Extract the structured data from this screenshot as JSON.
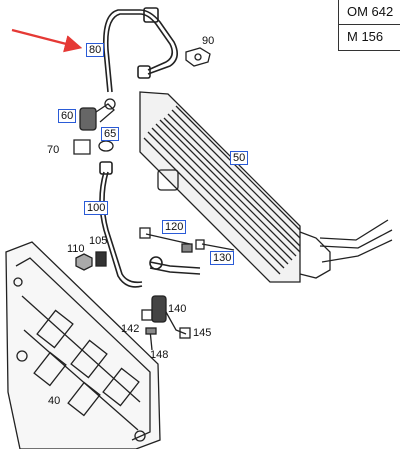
{
  "engine_table": [
    "OM 642",
    "M 156"
  ],
  "colors": {
    "highlight_box": "#2a5bd7",
    "arrow": "#e53935",
    "line": "#222222"
  },
  "labels": {
    "p80": "80",
    "p90": "90",
    "p60": "60",
    "p65": "65",
    "p70": "70",
    "p50": "50",
    "p100": "100",
    "p120": "120",
    "p110": "110",
    "p105": "105",
    "p130": "130",
    "p140": "140",
    "p142": "142",
    "p145": "145",
    "p148": "148",
    "p40": "40"
  }
}
